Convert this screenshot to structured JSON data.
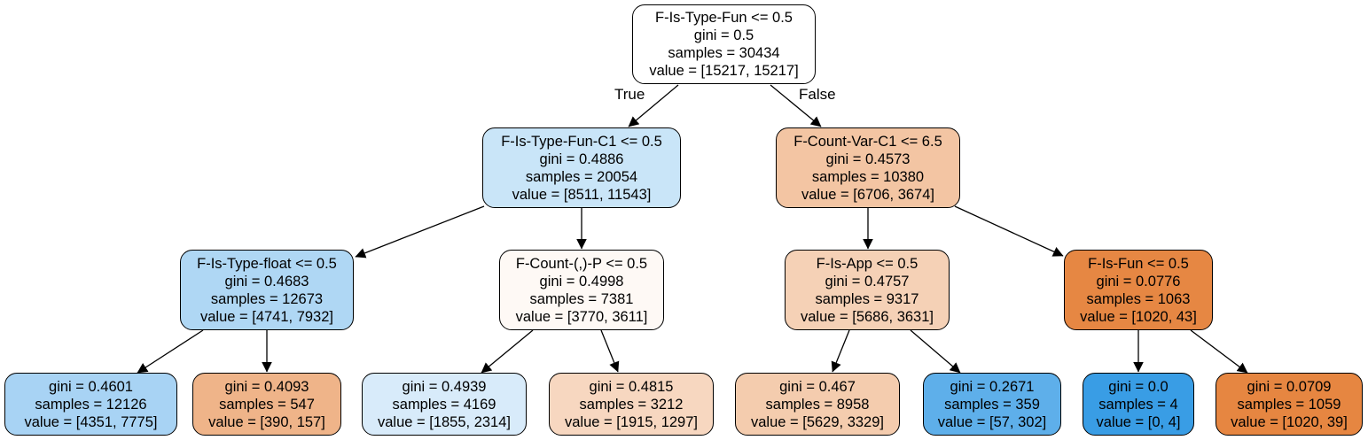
{
  "tree": {
    "edge_labels": {
      "true": "True",
      "false": "False"
    },
    "nodes": {
      "root": {
        "condition": "F-Is-Type-Fun <= 0.5",
        "gini": "gini = 0.5",
        "samples": "samples = 30434",
        "value": "value = [15217, 15217]",
        "fill": "#ffffff"
      },
      "n1": {
        "condition": "F-Is-Type-Fun-C1 <= 0.5",
        "gini": "gini = 0.4886",
        "samples": "samples = 20054",
        "value": "value = [8511, 11543]",
        "fill": "#c9e5f8"
      },
      "n2": {
        "condition": "F-Count-Var-C1 <= 6.5",
        "gini": "gini = 0.4573",
        "samples": "samples = 10380",
        "value": "value = [6706, 3674]",
        "fill": "#f3c5a3"
      },
      "n3": {
        "condition": "F-Is-Type-float <= 0.5",
        "gini": "gini = 0.4683",
        "samples": "samples = 12673",
        "value": "value = [4741, 7932]",
        "fill": "#afd7f4"
      },
      "n4": {
        "condition": "F-Count-(,)-P <= 0.5",
        "gini": "gini = 0.4998",
        "samples": "samples = 7381",
        "value": "value = [3770, 3611]",
        "fill": "#fef9f5"
      },
      "n5": {
        "condition": "F-Is-App <= 0.5",
        "gini": "gini = 0.4757",
        "samples": "samples = 9317",
        "value": "value = [5686, 3631]",
        "fill": "#f5d1b6"
      },
      "n6": {
        "condition": "F-Is-Fun <= 0.5",
        "gini": "gini = 0.0776",
        "samples": "samples = 1063",
        "value": "value = [1020, 43]",
        "fill": "#e68743"
      },
      "l1": {
        "gini": "gini = 0.4601",
        "samples": "samples = 12126",
        "value": "value = [4351, 7775]",
        "fill": "#a8d3f4"
      },
      "l2": {
        "gini": "gini = 0.4093",
        "samples": "samples = 547",
        "value": "value = [390, 157]",
        "fill": "#efb489"
      },
      "l3": {
        "gini": "gini = 0.4939",
        "samples": "samples = 4169",
        "value": "value = [1855, 2314]",
        "fill": "#d8ebfa"
      },
      "l4": {
        "gini": "gini = 0.4815",
        "samples": "samples = 3212",
        "value": "value = [1915, 1297]",
        "fill": "#f7d7c0"
      },
      "l5": {
        "gini": "gini = 0.467",
        "samples": "samples = 8958",
        "value": "value = [5629, 3329]",
        "fill": "#f4ccae"
      },
      "l6": {
        "gini": "gini = 0.2671",
        "samples": "samples = 359",
        "value": "value = [57, 302]",
        "fill": "#5eafea"
      },
      "l7": {
        "gini": "gini = 0.0",
        "samples": "samples = 4",
        "value": "value = [0, 4]",
        "fill": "#399de5"
      },
      "l8": {
        "gini": "gini = 0.0709",
        "samples": "samples = 1059",
        "value": "value = [1020, 39]",
        "fill": "#e68641"
      }
    }
  }
}
